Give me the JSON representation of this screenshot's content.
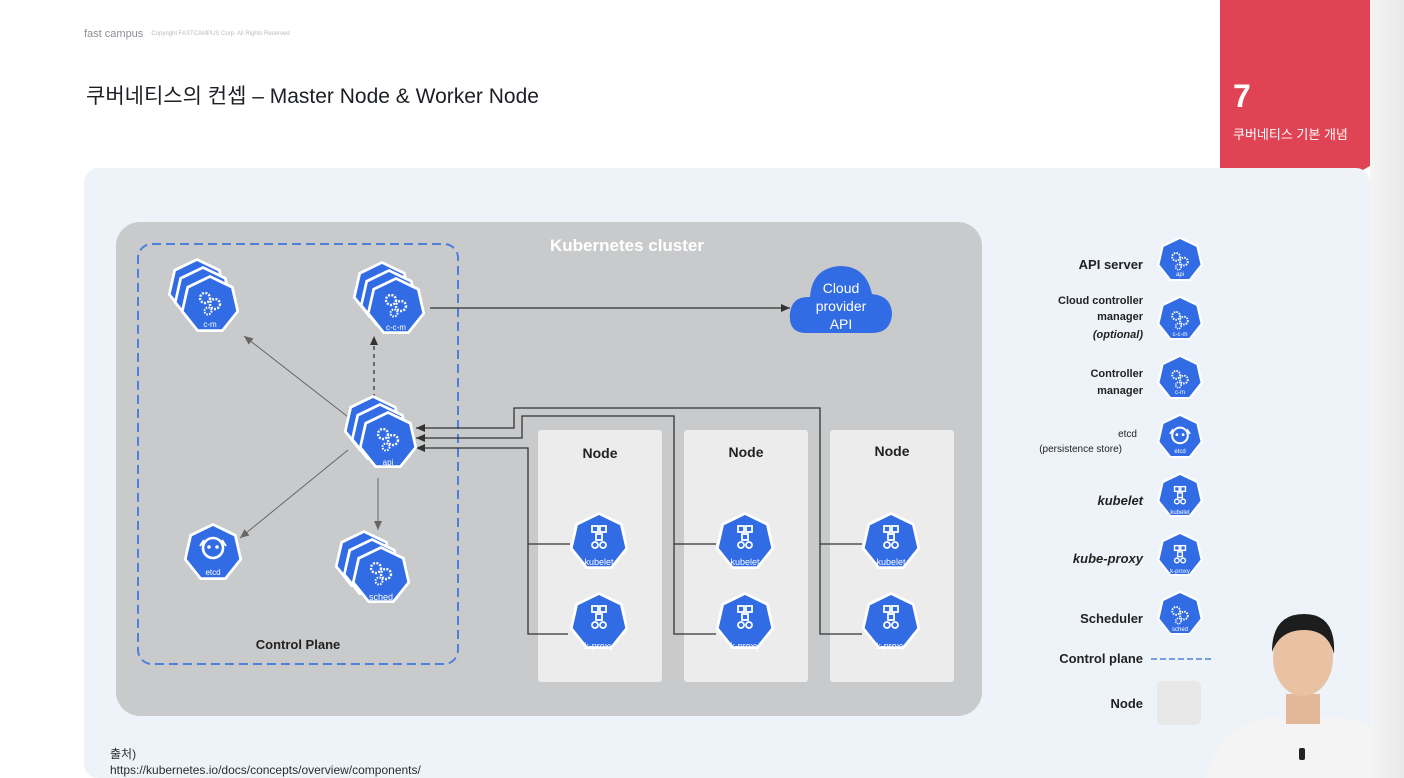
{
  "header": {
    "brand": "fast campus",
    "copyright": "Copyright FASTCAMPUS Corp. All Rights Reserved"
  },
  "slide": {
    "title": "쿠버네티스의 컨셉 – Master Node & Worker Node",
    "chapter_number": "7",
    "chapter_title": "쿠버네티스 기본 개념"
  },
  "diagram": {
    "cluster_label": "Kubernetes cluster",
    "control_plane_label": "Control Plane",
    "cloud_label_lines": [
      "Cloud",
      "provider",
      "API"
    ],
    "node_label": "Node",
    "components": {
      "ccm": "c-c-m",
      "cm": "c-m",
      "api": "api",
      "etcd": "etcd",
      "sched": "sched",
      "kubelet": "kubelet",
      "kproxy": "k-proxy"
    },
    "colors": {
      "k8s_blue": "#326ce5",
      "cluster_gray": "#c9cacc",
      "node_gray": "#ececec",
      "panel_bg": "#eef3fa",
      "ribbon_red": "#e04354"
    }
  },
  "legend": {
    "api_server": "API server",
    "ccm_lines": [
      "Cloud controller",
      "manager",
      "(optional)"
    ],
    "cm_lines": [
      "Controller",
      "manager"
    ],
    "etcd_lines": [
      "etcd",
      "(persistence store)"
    ],
    "kubelet": "kubelet",
    "kube_proxy": "kube-proxy",
    "scheduler": "Scheduler",
    "control_plane": "Control plane",
    "node": "Node"
  },
  "source": {
    "label": "출처)",
    "url": "https://kubernetes.io/docs/concepts/overview/components/"
  }
}
